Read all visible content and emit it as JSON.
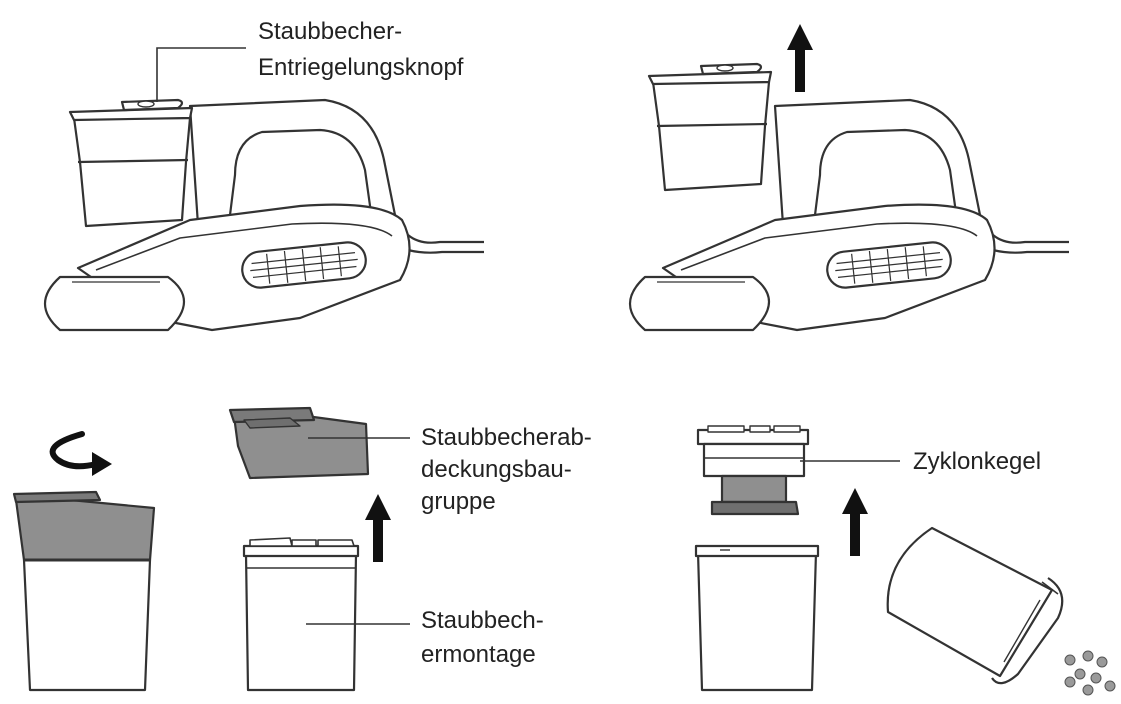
{
  "labels": {
    "release_button": [
      "Staubbecher-",
      "Entriegelungsknopf"
    ],
    "cover_assembly": [
      "Staubbecherab-",
      "deckungsbau-",
      "gruppe"
    ],
    "cup_assembly": [
      "Staubbech-",
      "ermontage"
    ],
    "cyclone_cone": [
      "Zyklonkegel"
    ]
  },
  "colors": {
    "line": "#333333",
    "gray_part": "#8f8f8f",
    "gray_dark": "#6f6f6f",
    "debris": "#9a9a9a"
  }
}
